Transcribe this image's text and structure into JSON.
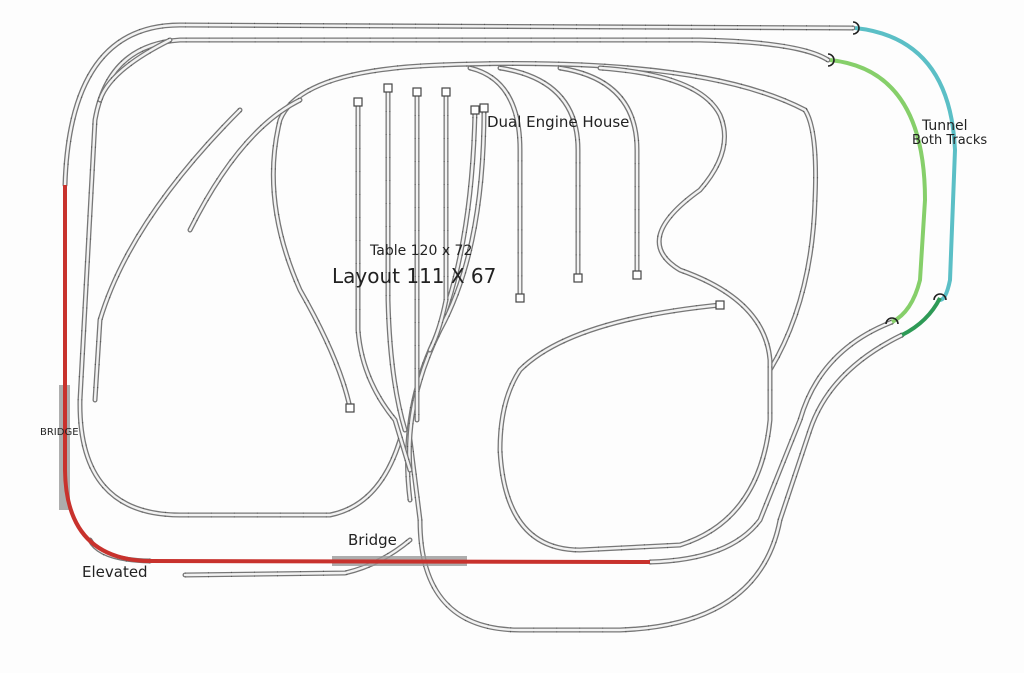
{
  "labels": {
    "engine_house": "Dual Engine House",
    "tunnel": "Tunnel",
    "both_tracks": "Both Tracks",
    "table_size": "Table 120 x 72",
    "layout_size": "Layout 111 X 67",
    "bridge_left": "BRIDGE",
    "bridge_bottom": "Bridge",
    "elevated": "Elevated"
  },
  "colors": {
    "track": "#777777",
    "elevated_track": "#c8322d",
    "tunnel_outer": "#5bbfc6",
    "tunnel_inner": "#86cf6a",
    "tunnel_connector": "#2e9a56",
    "bridge": "#999999"
  }
}
